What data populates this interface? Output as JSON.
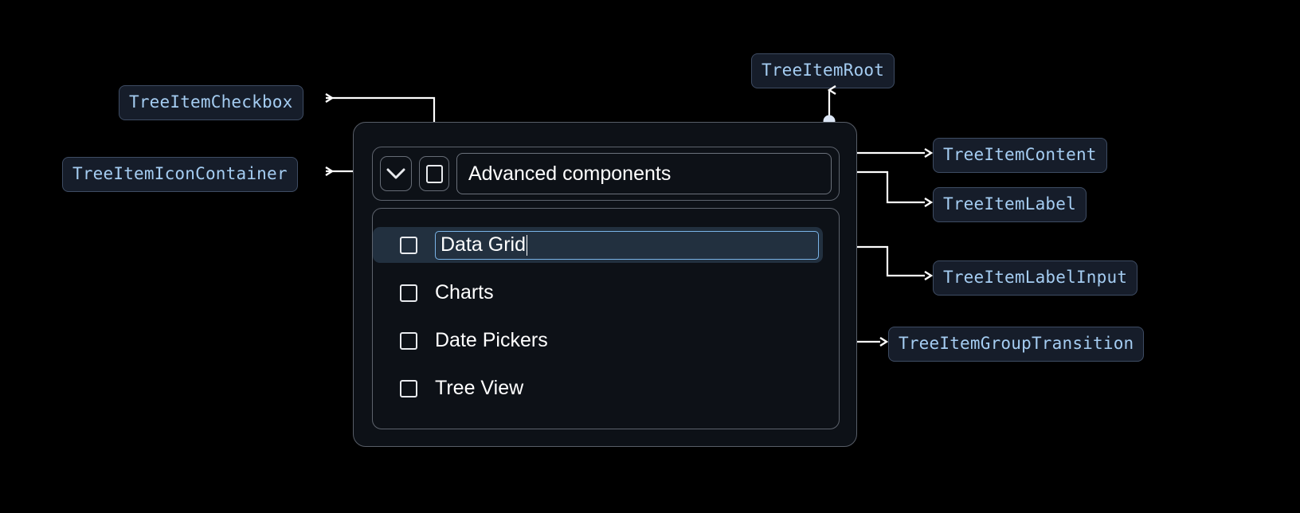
{
  "annotations": [
    {
      "id": "tree-item-checkbox",
      "label": "TreeItemCheckbox"
    },
    {
      "id": "tree-item-icon-container",
      "label": "TreeItemIconContainer"
    },
    {
      "id": "tree-item-root",
      "label": "TreeItemRoot"
    },
    {
      "id": "tree-item-content",
      "label": "TreeItemContent"
    },
    {
      "id": "tree-item-label",
      "label": "TreeItemLabel"
    },
    {
      "id": "tree-item-label-input",
      "label": "TreeItemLabelInput"
    },
    {
      "id": "tree-item-group-transition",
      "label": "TreeItemGroupTransition"
    }
  ],
  "component": {
    "root_item": {
      "expand_icon": "chevron-down-icon",
      "checkbox_state": "unchecked",
      "label": "Advanced components"
    },
    "children": [
      {
        "label": "Data Grid",
        "checkbox_state": "unchecked",
        "selected": true,
        "editing": true
      },
      {
        "label": "Charts",
        "checkbox_state": "unchecked",
        "selected": false,
        "editing": false
      },
      {
        "label": "Date Pickers",
        "checkbox_state": "unchecked",
        "selected": false,
        "editing": false
      },
      {
        "label": "Tree View",
        "checkbox_state": "unchecked",
        "selected": false,
        "editing": false
      }
    ]
  },
  "colors": {
    "background": "#000000",
    "annotation_bg": "#161d2a",
    "annotation_border": "#3e4c63",
    "annotation_text": "#a5cdf2",
    "panel_bg": "#0d1117",
    "panel_border": "#5d636d",
    "selected_row_bg": "#22303f",
    "input_border": "#7ab4e8",
    "connector": "#ffffff",
    "connector_dot": "#dce6f5",
    "text": "#ffffff"
  }
}
